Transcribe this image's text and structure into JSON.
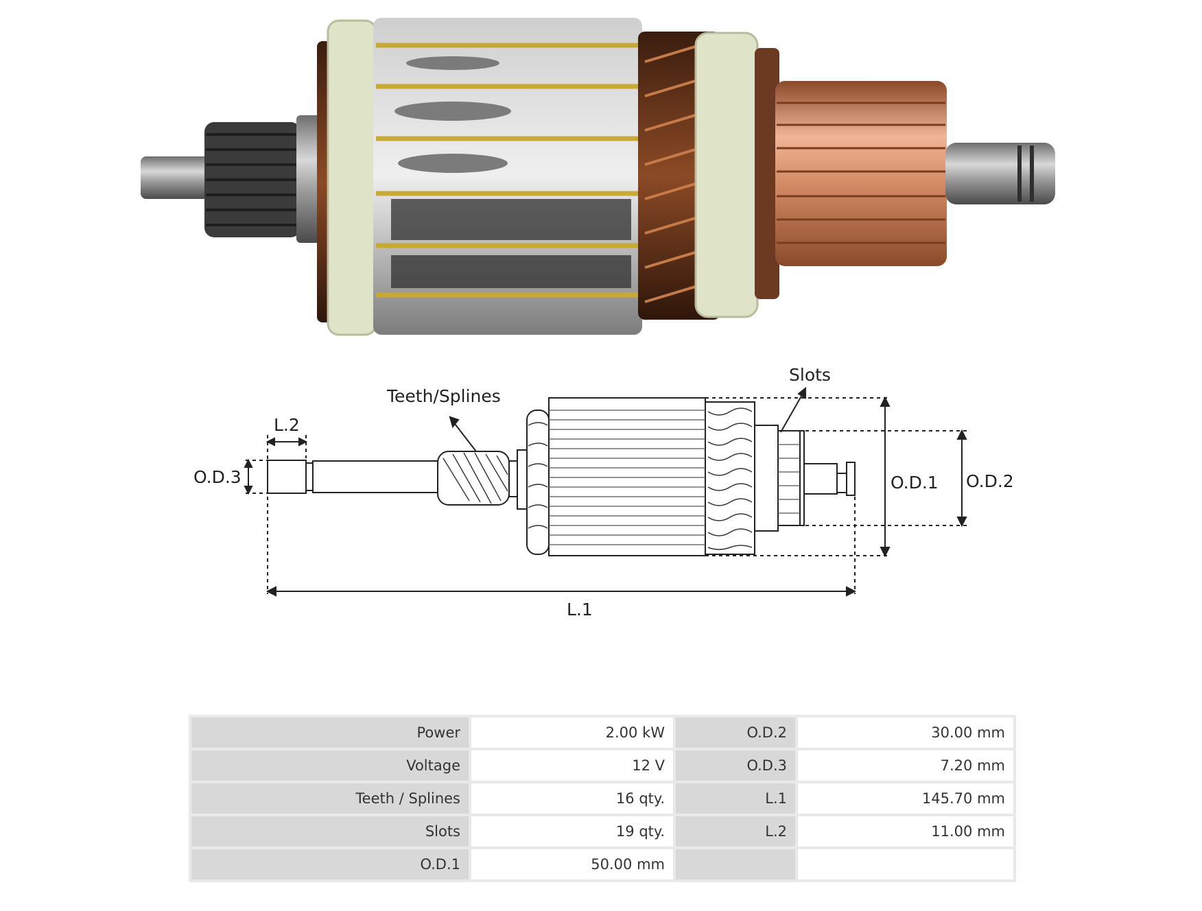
{
  "diagram": {
    "labels": {
      "teeth": "Teeth/Splines",
      "slots": "Slots",
      "l2": "L.2",
      "od3": "O.D.3",
      "od1": "O.D.1",
      "od2": "O.D.2",
      "l1": "L.1"
    }
  },
  "specs": {
    "rows": [
      {
        "label": "Power",
        "value": "2.00 kW",
        "label2": "O.D.2",
        "value2": "30.00 mm"
      },
      {
        "label": "Voltage",
        "value": "12 V",
        "label2": "O.D.3",
        "value2": "7.20 mm"
      },
      {
        "label": "Teeth / Splines",
        "value": "16 qty.",
        "label2": "L.1",
        "value2": "145.70 mm"
      },
      {
        "label": "Slots",
        "value": "19 qty.",
        "label2": "L.2",
        "value2": "11.00 mm"
      },
      {
        "label": "O.D.1",
        "value": "50.00 mm",
        "label2": "",
        "value2": ""
      }
    ]
  },
  "colors": {
    "copper": "#c9825c",
    "steel": "#b8b8b8",
    "insulator": "#dfe3c8",
    "winding": "#7a3d1e"
  }
}
